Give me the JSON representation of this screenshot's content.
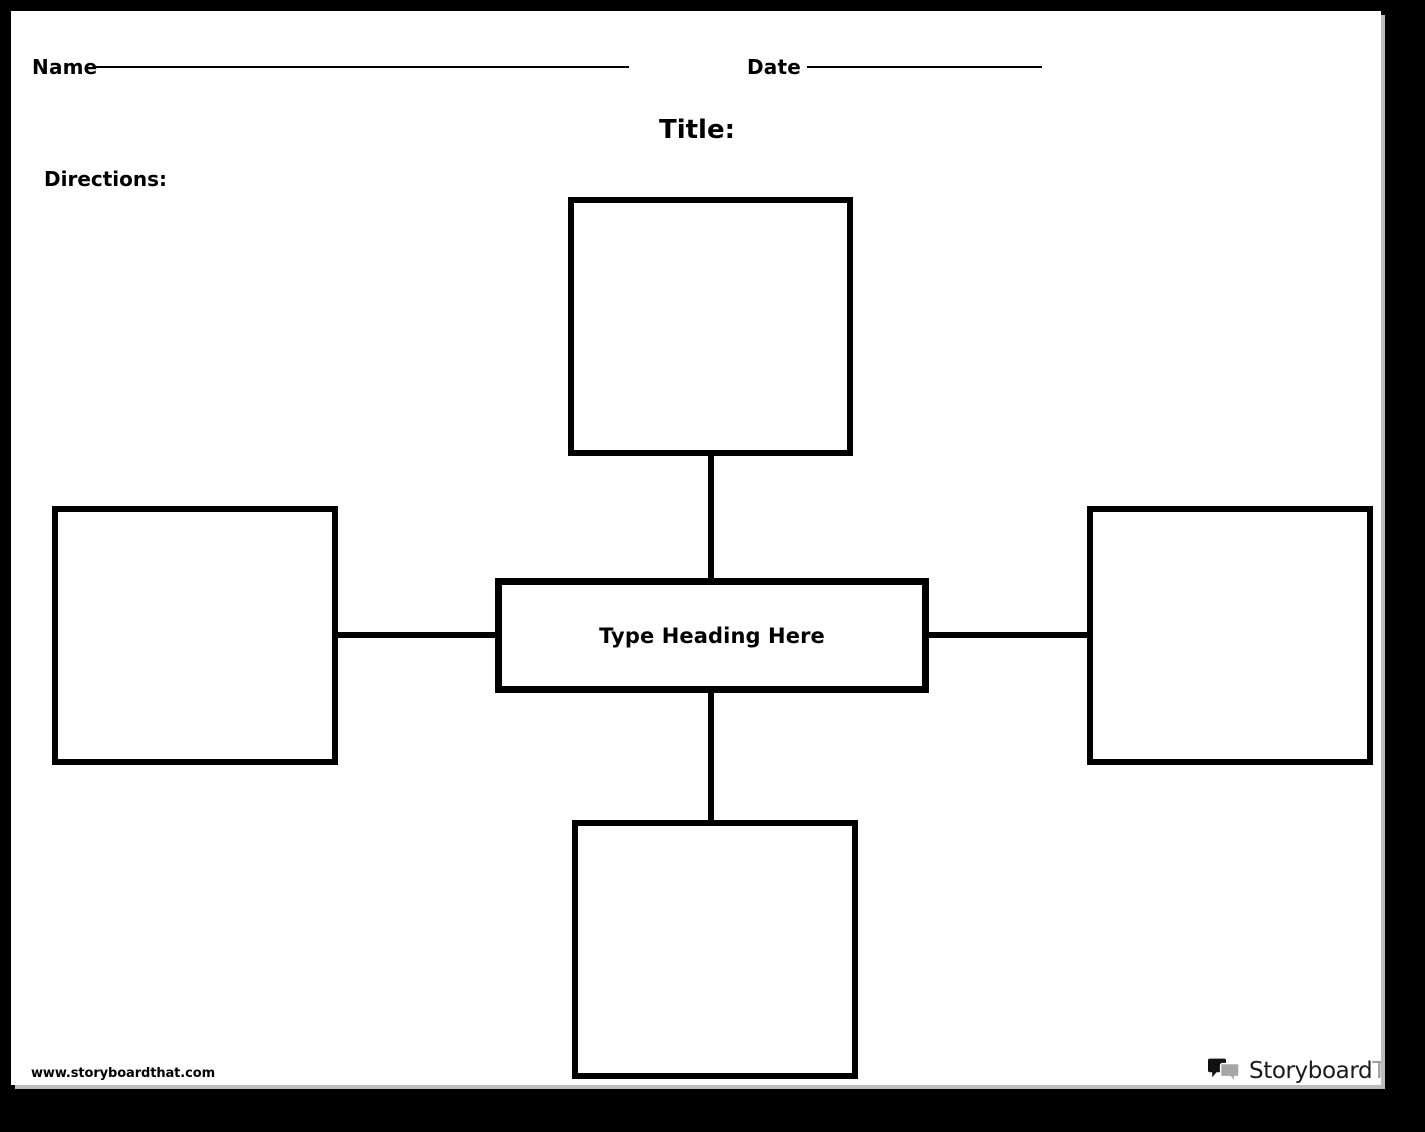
{
  "page": {
    "background_color": "#ffffff",
    "border_color": "#000000",
    "line_color": "#000000"
  },
  "header": {
    "name_label": "Name",
    "date_label": "Date",
    "title_label": "Title:",
    "directions_label": "Directions:"
  },
  "diagram": {
    "type": "spider-map",
    "center": {
      "heading": "Type Heading Here"
    },
    "nodes": [
      {
        "position": "top",
        "label": ""
      },
      {
        "position": "left",
        "label": ""
      },
      {
        "position": "right",
        "label": ""
      },
      {
        "position": "bottom",
        "label": ""
      }
    ],
    "connectors": [
      "top",
      "bottom",
      "left",
      "right"
    ]
  },
  "footer": {
    "url": "www.storyboardthat.com",
    "logo": {
      "icon": "speech-bubbles-icon",
      "word_primary": "Storyboard",
      "word_secondary": "That",
      "color_primary": "#1a1a1a",
      "color_secondary": "#9b9b9b"
    }
  }
}
